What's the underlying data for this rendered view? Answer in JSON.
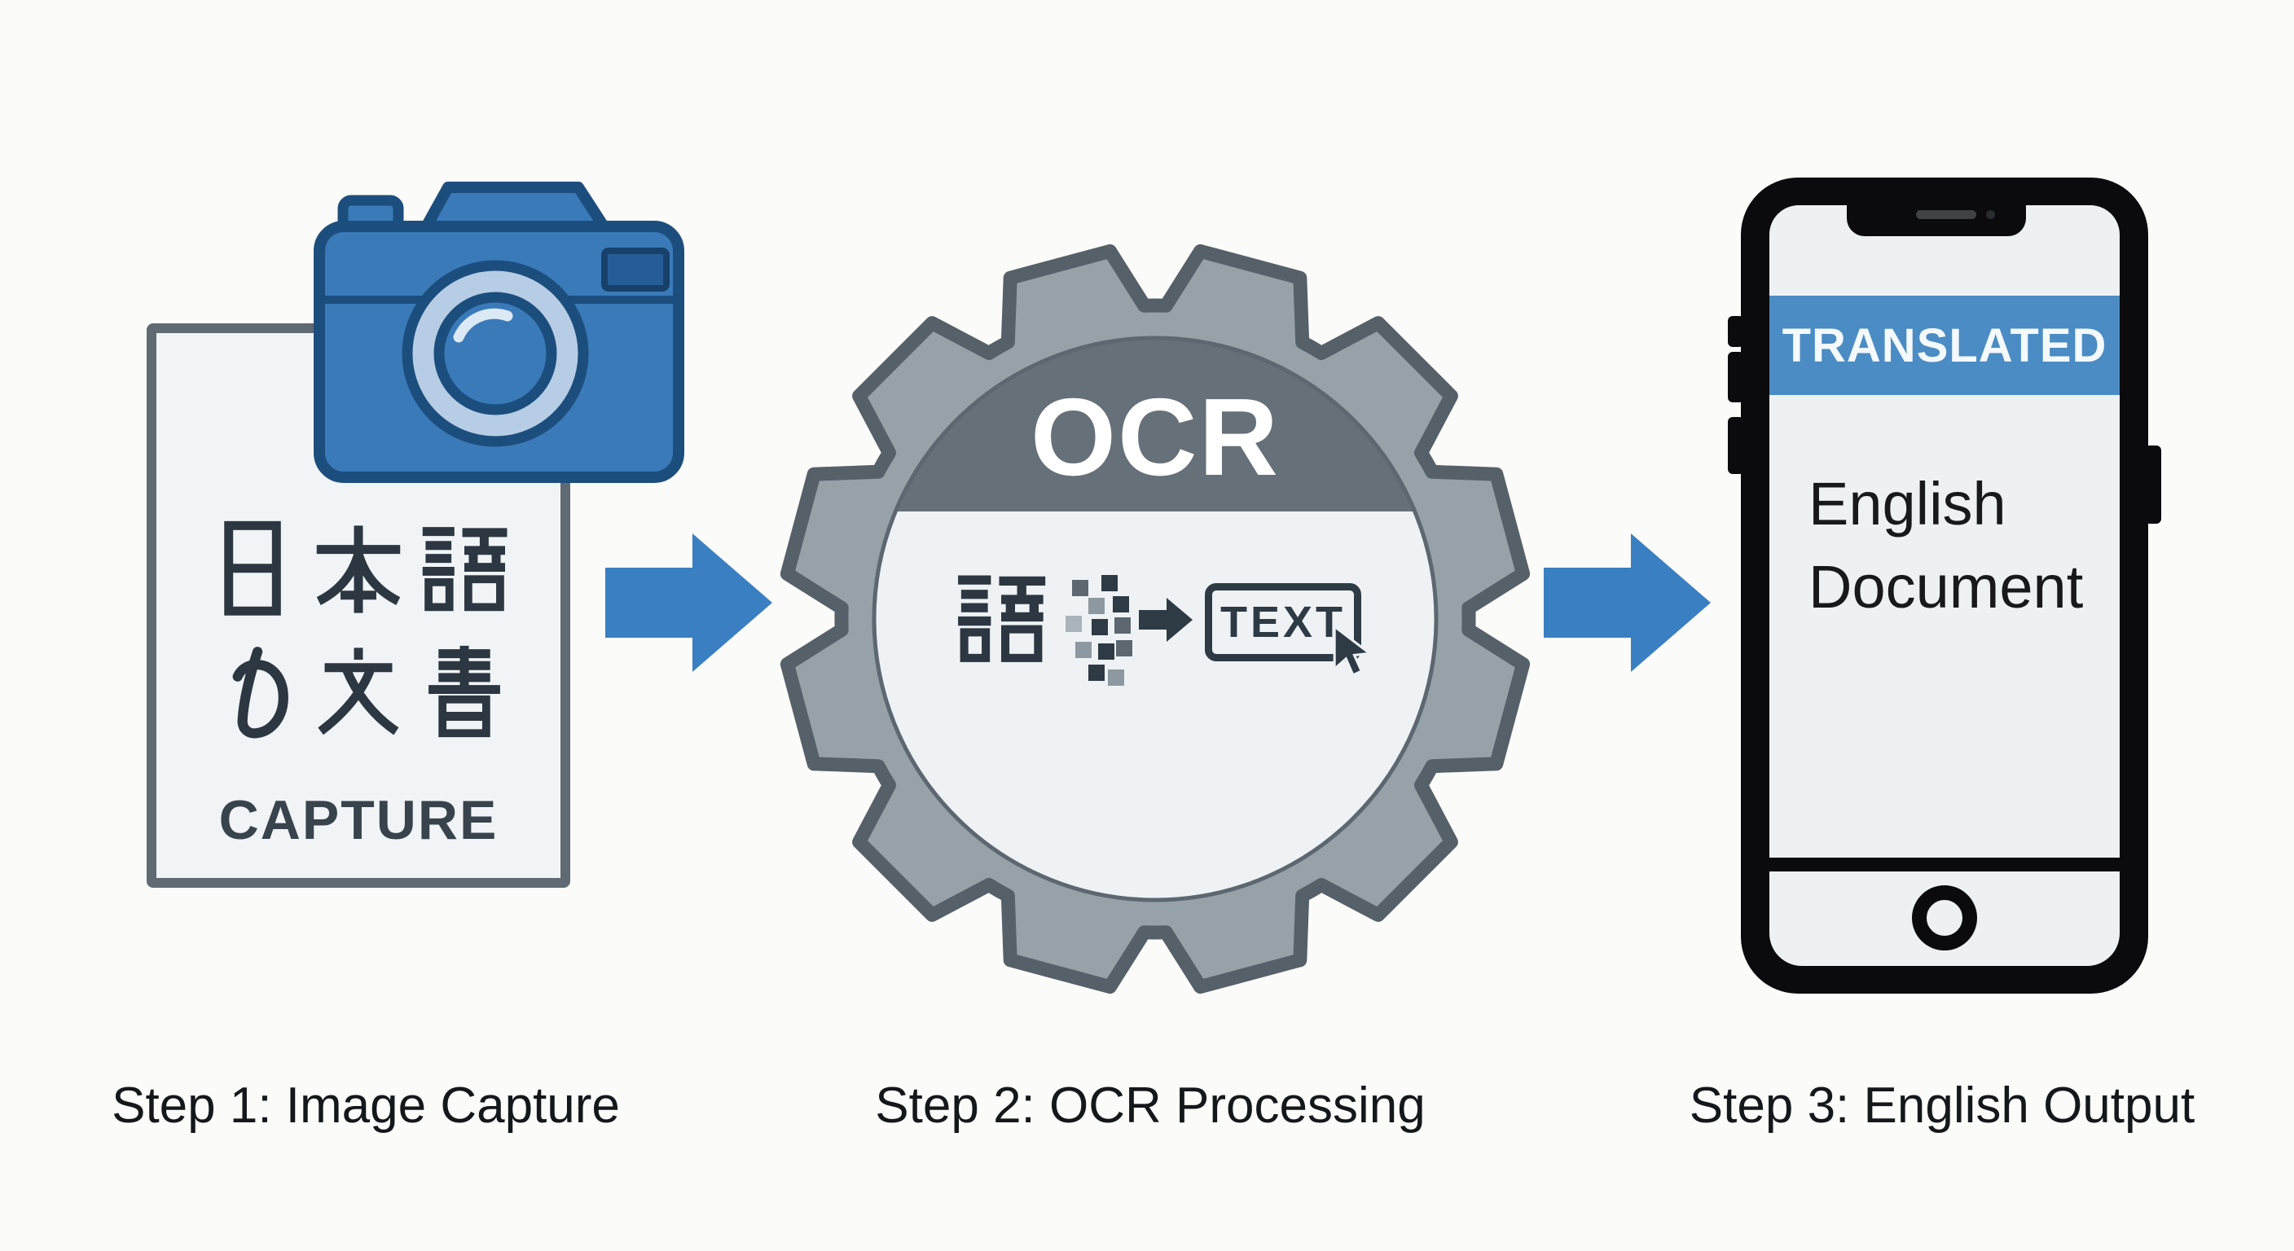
{
  "diagram": {
    "title_implicit": "Japanese document OCR translation process",
    "colors": {
      "background": "#fbfbfa",
      "arrow_blue": "#3a7fc1",
      "camera_blue": "#3a7ab9",
      "camera_outline": "#1c4e7d",
      "lens_light": "#b6cde5",
      "gear_body": "#97a1a8",
      "gear_outline": "#566069",
      "gear_top_segment": "#667079",
      "gear_face": "#eef2f5",
      "ink_slate": "#2d3741",
      "banner_blue": "#4a8cc3",
      "phone_black": "#0b0b0d",
      "screen_gray": "#eef1f4"
    }
  },
  "step1": {
    "caption": "Step 1: Image Capture",
    "document_text_line1": "日本語",
    "document_text_line2": "の文書",
    "capture_label": "CAPTURE"
  },
  "step2": {
    "caption": "Step 2: OCR Processing",
    "gear_label": "OCR",
    "input_char": "語",
    "output_label": "TEXT"
  },
  "step3": {
    "caption": "Step 3: English Output",
    "banner_label": "TRANSLATED",
    "screen_line1": "English",
    "screen_line2": "Document"
  }
}
